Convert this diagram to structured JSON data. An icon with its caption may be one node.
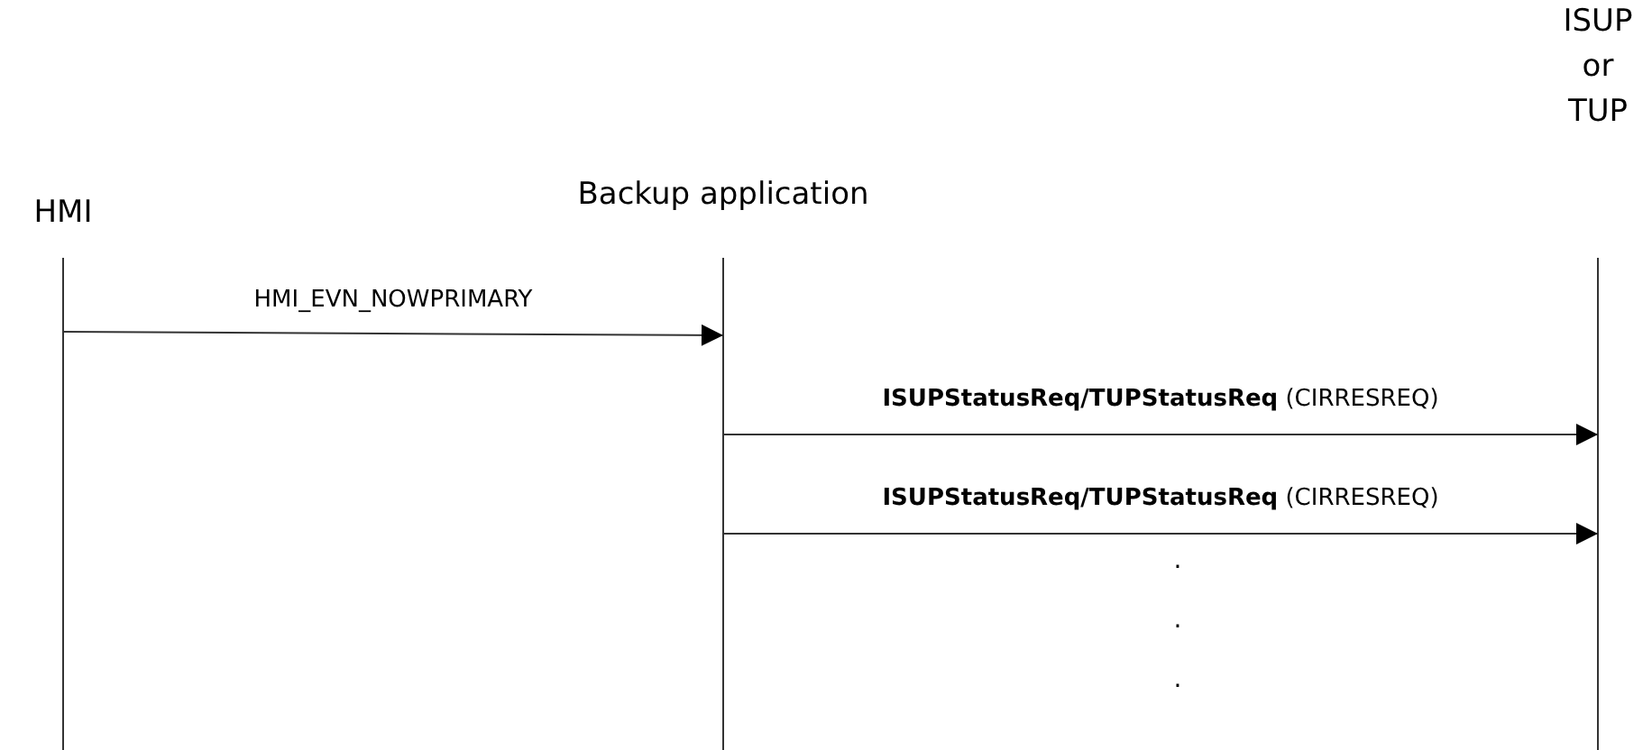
{
  "diagram": {
    "nodes": [
      {
        "text": [
          "HMI"
        ]
      },
      {
        "text": [
          "Backup application"
        ]
      },
      {
        "text": [
          "ISUP or TUP"
        ]
      }
    ],
    "edges": [
      {
        "from": 0,
        "to": 1,
        "arrow": "to",
        "label": "HMI_EVN_NOWPRIMARY"
      },
      {
        "from": 1,
        "to": 2,
        "arrow": "to",
        "label": "**ISUPStatusReq/TUPStatusReq** (CIRRESREQ)"
      },
      {
        "from": 1,
        "to": 2,
        "arrow": "to",
        "label": "**ISUPStatusReq/TUPStatusReq** (CIRRESREQ)"
      }
    ],
    "labels": [
      ".",
      ".",
      "."
    ]
  }
}
